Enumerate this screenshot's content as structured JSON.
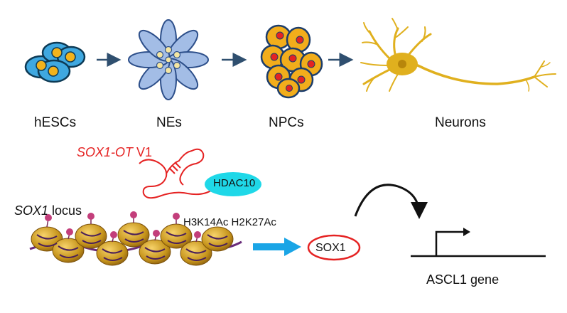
{
  "stages": [
    {
      "label": "hESCs"
    },
    {
      "label": "NEs"
    },
    {
      "label": "NPCs"
    },
    {
      "label": "Neurons"
    }
  ],
  "lncrna": {
    "name": "SOX1-OT",
    "suffix": " V1",
    "partner": "HDAC10"
  },
  "locus": {
    "gene": "SOX1",
    "suffix": " locus",
    "marks": "H3K14Ac H2K27Ac"
  },
  "protein": {
    "label": "SOX1"
  },
  "target": {
    "label": "ASCL1 gene"
  },
  "colors": {
    "cell_blue": "#3fa8e0",
    "nucleus_yellow": "#f2b31c",
    "ne_petal": "#a3bde6",
    "npc_orange": "#f2ad1b",
    "npc_dot": "#e52222",
    "neuron_gold": "#e0b01e",
    "rna_red": "#e52222",
    "hdac_cyan": "#1fd8e8",
    "arrow_navy": "#2f4f6f",
    "blue_arrow": "#1aa5e6",
    "nucleosome": "#c5931a",
    "histone_pink": "#c33e7b"
  }
}
